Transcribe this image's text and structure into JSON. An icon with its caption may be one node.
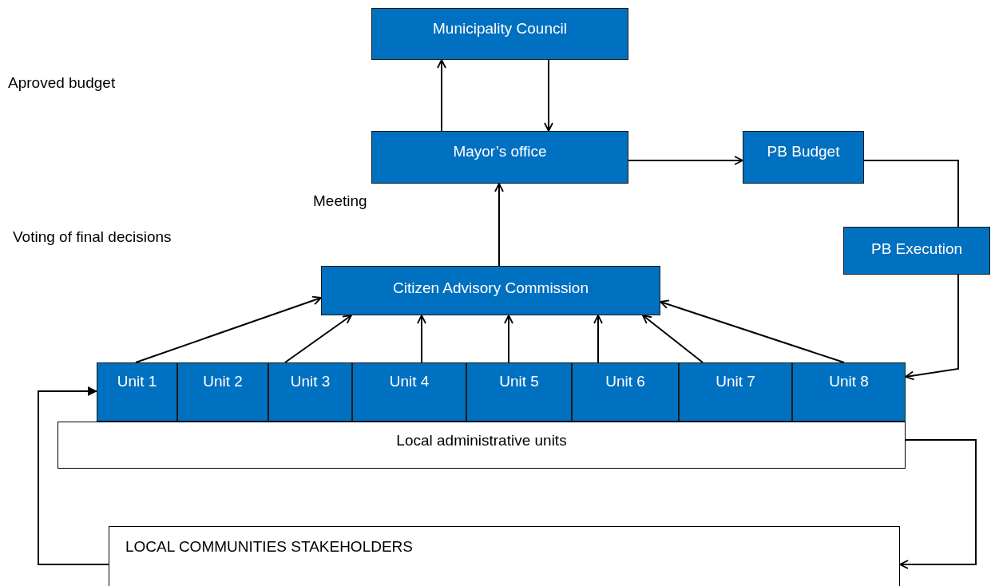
{
  "diagram": {
    "nodes": [
      {
        "text": [
          "Municipality Council"
        ]
      },
      {
        "text": [
          "Mayor’s office"
        ]
      },
      {
        "text": [
          "PB Budget"
        ]
      },
      {
        "text": [
          "PB Execution"
        ]
      },
      {
        "text": [
          "Citizen Advisory Commission"
        ]
      },
      {
        "text": [
          "Unit 1"
        ]
      },
      {
        "text": [
          "Unit 2"
        ]
      },
      {
        "text": [
          "Unit 3"
        ]
      },
      {
        "text": [
          "Unit 4"
        ]
      },
      {
        "text": [
          "Unit 5"
        ]
      },
      {
        "text": [
          "Unit 6"
        ]
      },
      {
        "text": [
          "Unit 7"
        ]
      },
      {
        "text": [
          "Unit 8"
        ]
      },
      {
        "text": [
          "Local administrative units"
        ]
      },
      {
        "text": [
          "LOCAL COMMUNITIES STAKEHOLDERS"
        ]
      }
    ],
    "edges": [
      {
        "from": 1,
        "to": 0,
        "arrow": "to"
      },
      {
        "from": 0,
        "to": 1,
        "arrow": "to"
      },
      {
        "from": 1,
        "to": 2,
        "arrow": "to"
      },
      {
        "from": 4,
        "to": 1,
        "arrow": "to"
      },
      {
        "from": 5,
        "to": 4,
        "arrow": "to"
      },
      {
        "from": 7,
        "to": 4,
        "arrow": "to"
      },
      {
        "from": 8,
        "to": 4,
        "arrow": "to"
      },
      {
        "from": 9,
        "to": 4,
        "arrow": "to"
      },
      {
        "from": 10,
        "to": 4,
        "arrow": "to"
      },
      {
        "from": 11,
        "to": 4,
        "arrow": "to"
      },
      {
        "from": 12,
        "to": 4,
        "arrow": "to"
      },
      {
        "from": 2,
        "to": 3,
        "arrow": "none"
      },
      {
        "from": 3,
        "to": 12,
        "arrow": "to"
      },
      {
        "from": 13,
        "to": 14,
        "arrow": "to"
      },
      {
        "from": 14,
        "to": 5,
        "arrow": "to"
      }
    ],
    "labels": [
      "Aproved budget",
      "Meeting",
      "Voting of final decisions"
    ]
  }
}
